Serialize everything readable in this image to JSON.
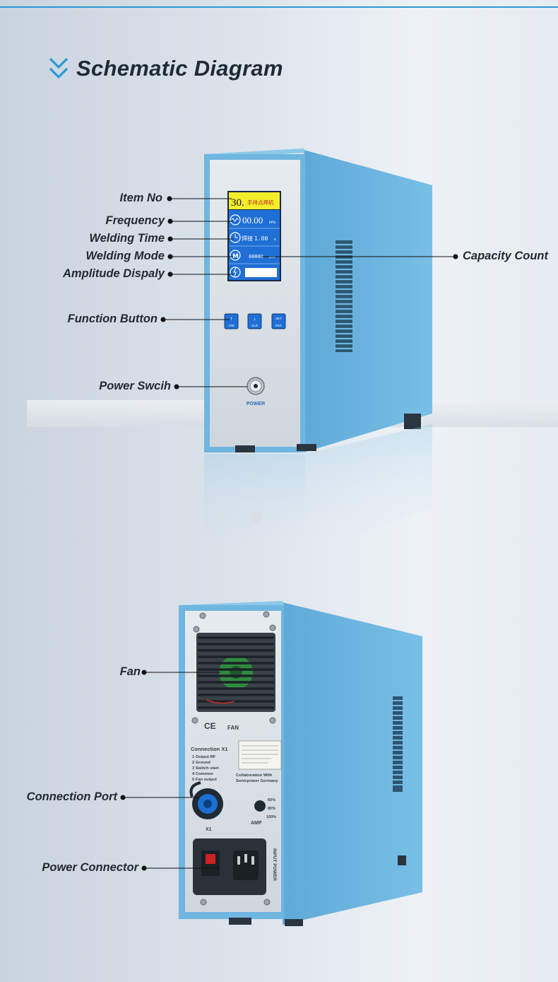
{
  "title": "Schematic Diagram",
  "front_labels": {
    "item_no": "Item No",
    "frequency": "Frequency",
    "welding_time": "Welding Time",
    "welding_mode": "Welding Mode",
    "amplitude_display": "Amplitude Dispaly",
    "function_button": "Function Button",
    "power_switch": "Power Swcih",
    "capacity_count": "Capacity Count"
  },
  "back_labels": {
    "fan": "Fan",
    "connection_port": "Connection Port",
    "power_connector": "Power Connector"
  },
  "screen": {
    "item_number": "30.",
    "item_text": "手持点焊机",
    "frequency_value": "00.00",
    "frequency_unit": "kHz",
    "time_label": "焊接",
    "time_value": "1.00",
    "time_unit": "s",
    "count_value": "00000",
    "count_unit": "pcs"
  },
  "buttons": {
    "b1_top": "↑",
    "b1_bottom": "A/M",
    "b2_top": "↓",
    "b2_bottom": "CLR",
    "b3_top": "SET",
    "b3_bottom": "RST"
  },
  "front_panel": {
    "power_label": "POWER"
  },
  "back_panel": {
    "ce_mark": "CE",
    "fan_label": "FAN",
    "connection_title": "Connection X1",
    "connection_items": [
      "1   Output RF",
      "2   Ground",
      "3   Switch start",
      "4   Common",
      "5   Fan output"
    ],
    "collab_line1": "Collaboration With",
    "collab_line2": "Sonicpower Germany",
    "amp_levels": [
      "60%",
      "80%",
      "100%"
    ],
    "amp_label": "AMP",
    "port_label": "X1",
    "input_power": "INPUT POWER"
  },
  "colors": {
    "case": "#6fb6e0",
    "case_dark": "#4e97c7",
    "accent": "#2a9ad3",
    "screen_blue": "#1f6fd6",
    "screen_yellow": "#f3ee2a"
  }
}
